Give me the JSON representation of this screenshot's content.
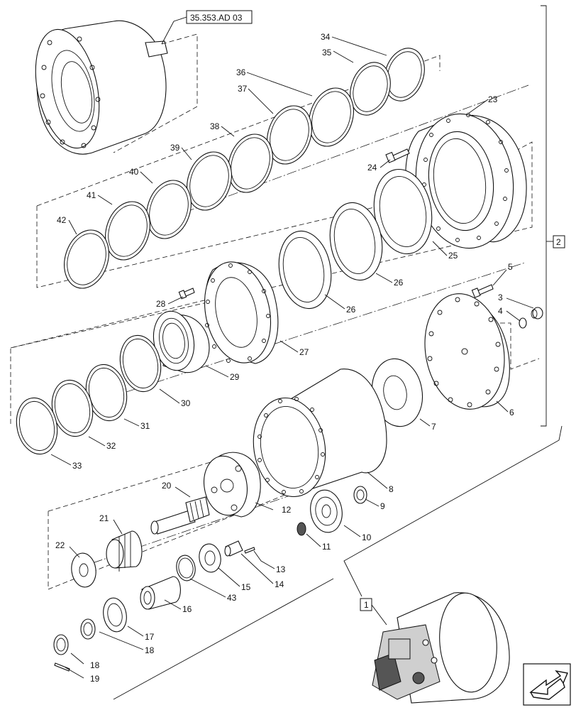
{
  "reference_box": "35.353.AD 03",
  "group_labels": [
    "2",
    "1"
  ],
  "callouts": [
    "34",
    "35",
    "36",
    "37",
    "38",
    "39",
    "40",
    "41",
    "42",
    "23",
    "24",
    "25",
    "26",
    "26",
    "27",
    "28",
    "29",
    "30",
    "31",
    "32",
    "33",
    "5",
    "3",
    "4",
    "6",
    "7",
    "8",
    "9",
    "10",
    "11",
    "12",
    "13",
    "14",
    "15",
    "16",
    "17",
    "18",
    "18",
    "19",
    "20",
    "21",
    "22",
    "43"
  ],
  "icons": {
    "nav": "next-page-arrow-icon"
  }
}
